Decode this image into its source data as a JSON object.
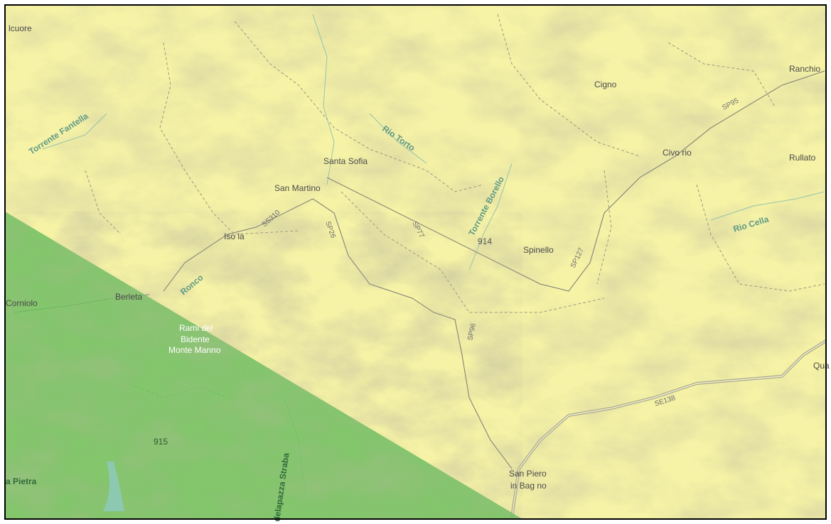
{
  "map": {
    "colors": {
      "base": "#f6f3a6",
      "zone_green": "#78bf68",
      "border": "#000000",
      "road": "#aaa98c",
      "water_label": "#5f9a86"
    },
    "places": {
      "alcuore": "lcuore",
      "ranchio": "Ranchio",
      "cigno": "Cigno",
      "santa_sofia": "Santa Sofia",
      "civorio": "Civo rio",
      "rullato": "Rullato",
      "san_martino": "San Martino",
      "isola": "Iso la",
      "spinello": "Spinello",
      "corniolo": "Corniolo",
      "berleta": "Berleta",
      "rami_line1": "Rami del",
      "rami_line2": "Bidente",
      "monte_manno": "Monte Manno",
      "qua": "Qua",
      "pietra": "a Pietra",
      "san_piero_line1": "San Piero",
      "san_piero_line2": "in Bag no"
    },
    "roads": {
      "sp95": "SP95",
      "ss310": "SS310",
      "sp26": "SP26",
      "sp77": "SP77",
      "sp127": "SP127",
      "sp96": "SP96",
      "se138": "SE138"
    },
    "water": {
      "torrente_fantella": "Torrente Fantella",
      "rio_torto": "Rio Torto",
      "torrente_borello": "Torrente Borello",
      "rio_cella": "Rio Cella",
      "ronco": "Ronco",
      "straba": "delapazza Straba"
    },
    "elevations": {
      "e914": "914",
      "e915": "915"
    }
  }
}
